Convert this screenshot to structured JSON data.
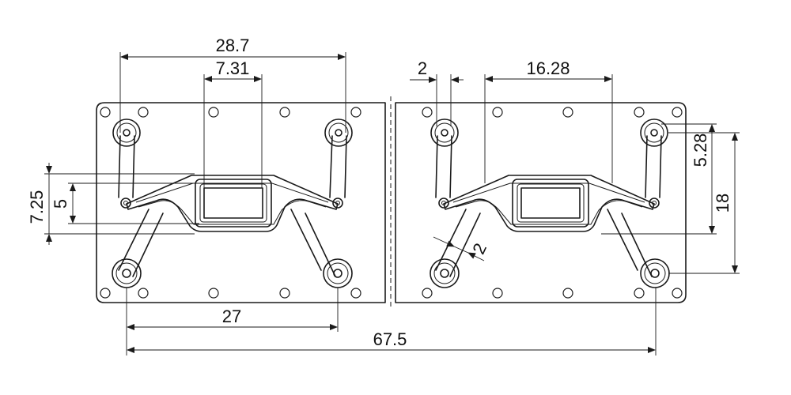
{
  "dimensions": {
    "overall_width": "28.7",
    "window_width": "7.31",
    "lower_span": "27",
    "total_span": "67.5",
    "pitch_small": "2",
    "pitch_right": "16.28",
    "offset_a": "7.25",
    "offset_b": "5",
    "height_a": "5.28",
    "height_b": "18",
    "arm_width": "2"
  },
  "colors": {
    "line": "#1a1a1a",
    "background": "#ffffff"
  }
}
